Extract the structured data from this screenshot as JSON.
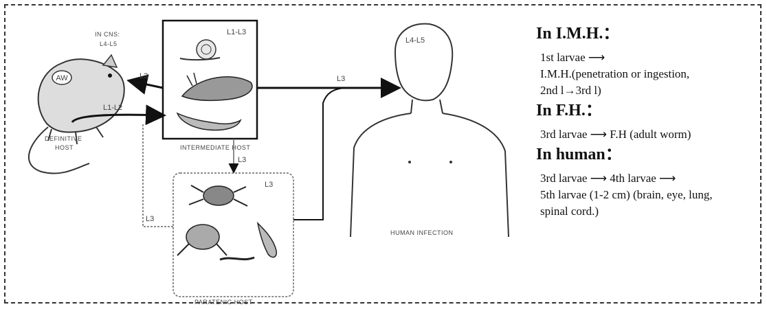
{
  "diagram": {
    "in_cns": "IN CNS:",
    "in_cns_stage": "L4-L5",
    "aw": "AW",
    "l1_l3": "L1-L3",
    "l3_a": "L3",
    "l1_l2": "L1-L2",
    "l3_b": "L3",
    "l3_c": "L3",
    "l3_d": "L3",
    "l3_e": "L3",
    "l4_l5": "L4-L5",
    "definitive_host": "DEFINITIVE",
    "definitive_host_2": "HOST",
    "intermediate_host": "INTERMEDIATE HOST",
    "paratenic_host": "PARATENIC HOST",
    "human_infection": "HUMAN INFECTION"
  },
  "notes": {
    "imh_header": "In I.M.H.",
    "colon": "：",
    "imh_line1": "1st larvae ⟶",
    "imh_line2": "I.M.H.(penetration or    ingestion,",
    "imh_line3": "2nd  l→3rd l)",
    "fh_header": "In F.H.",
    "fh_line1": "3rd larvae ⟶ F.H (adult worm)",
    "human_header": "In human",
    "human_line1": "3rd larvae ⟶ 4th larvae ⟶",
    "human_line2": "5th larvae (1-2 cm) (brain, eye, lung,",
    "human_line3": "spinal cord.)"
  }
}
